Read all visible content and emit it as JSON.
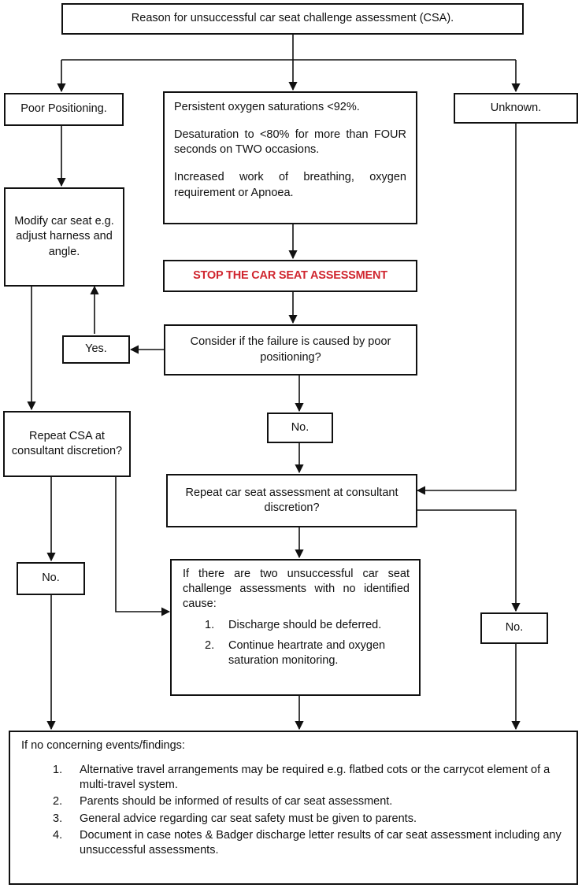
{
  "title": "Reason for unsuccessful car seat challenge assessment (CSA).",
  "reasons": {
    "poor_positioning": "Poor Positioning.",
    "physiological": [
      "Persistent oxygen saturations <92%.",
      "Desaturation to <80% for more than FOUR seconds on TWO occasions.",
      "Increased work of breathing, oxygen requirement or Apnoea."
    ],
    "unknown": "Unknown."
  },
  "modify": "Modify car seat e.g. adjust harness and angle.",
  "stop": "STOP THE CAR SEAT ASSESSMENT",
  "consider": "Consider if the failure is caused by poor positioning?",
  "yes": "Yes.",
  "no_middle": "No.",
  "repeat_left": "Repeat CSA at consultant discretion?",
  "repeat_center": "Repeat car seat assessment at consultant discretion?",
  "no_left": "No.",
  "no_right": "No.",
  "two_unsuccessful": {
    "intro": "If there are two unsuccessful car seat challenge assessments with no identified cause:",
    "items": [
      {
        "num": "1.",
        "text": "Discharge should be deferred."
      },
      {
        "num": "2.",
        "text": "Continue heartrate and oxygen saturation monitoring."
      }
    ]
  },
  "final": {
    "intro": "If no concerning events/findings:",
    "items": [
      {
        "num": "1.",
        "text": "Alternative travel arrangements may be required e.g. flatbed cots or the carrycot element of a multi-travel system."
      },
      {
        "num": "2.",
        "text": "Parents should be informed of results of car seat assessment."
      },
      {
        "num": "3.",
        "text": "General advice regarding car seat safety must be given to parents."
      },
      {
        "num": "4.",
        "text": "Document in case notes & Badger discharge letter results of car seat assessment including any unsuccessful assessments."
      }
    ]
  }
}
